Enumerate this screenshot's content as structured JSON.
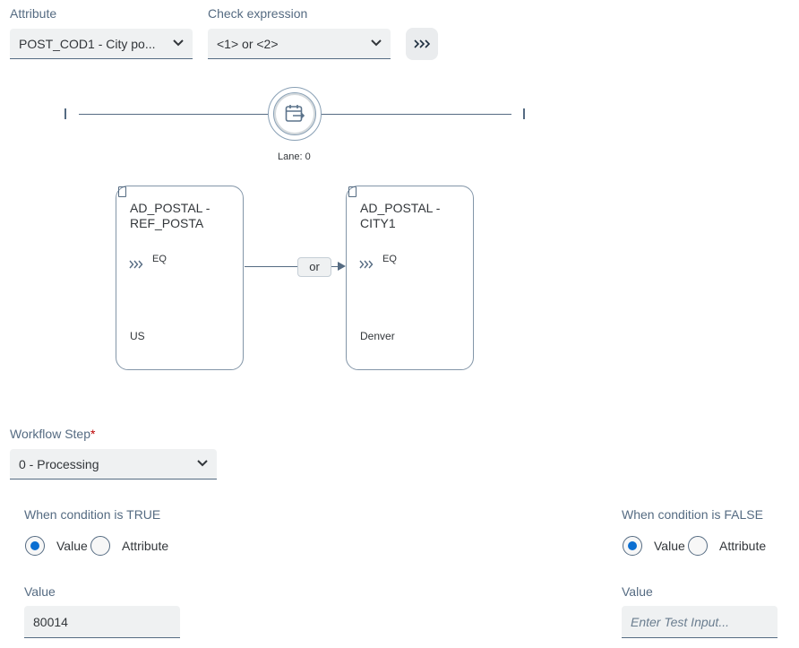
{
  "attribute": {
    "label": "Attribute",
    "value": "POST_COD1 - City po..."
  },
  "check_expression": {
    "label": "Check expression",
    "value": "<1> or <2>"
  },
  "lane": {
    "label": "Lane: 0",
    "icon": "calendar-export-icon"
  },
  "nodes": [
    {
      "title": "AD_POSTAL - REF_POSTA",
      "operator": "EQ",
      "value": "US"
    },
    {
      "title": "AD_POSTAL - CITY1",
      "operator": "EQ",
      "value": "Denver"
    }
  ],
  "connector": {
    "label": "or"
  },
  "workflow_step": {
    "label": "Workflow Step",
    "required_mark": "*",
    "value": "0 - Processing"
  },
  "true_section": {
    "label": "When condition is TRUE",
    "options": [
      "Value",
      "Attribute"
    ],
    "selected": "Value",
    "value_label": "Value",
    "value": "80014"
  },
  "false_section": {
    "label": "When condition is FALSE",
    "options": [
      "Value",
      "Attribute"
    ],
    "selected": "Value",
    "value_label": "Value",
    "placeholder": "Enter Test Input..."
  },
  "colors": {
    "accent": "#0a6ed1",
    "field_bg": "#eff1f2",
    "line": "#556b82",
    "required": "#bb0000"
  }
}
